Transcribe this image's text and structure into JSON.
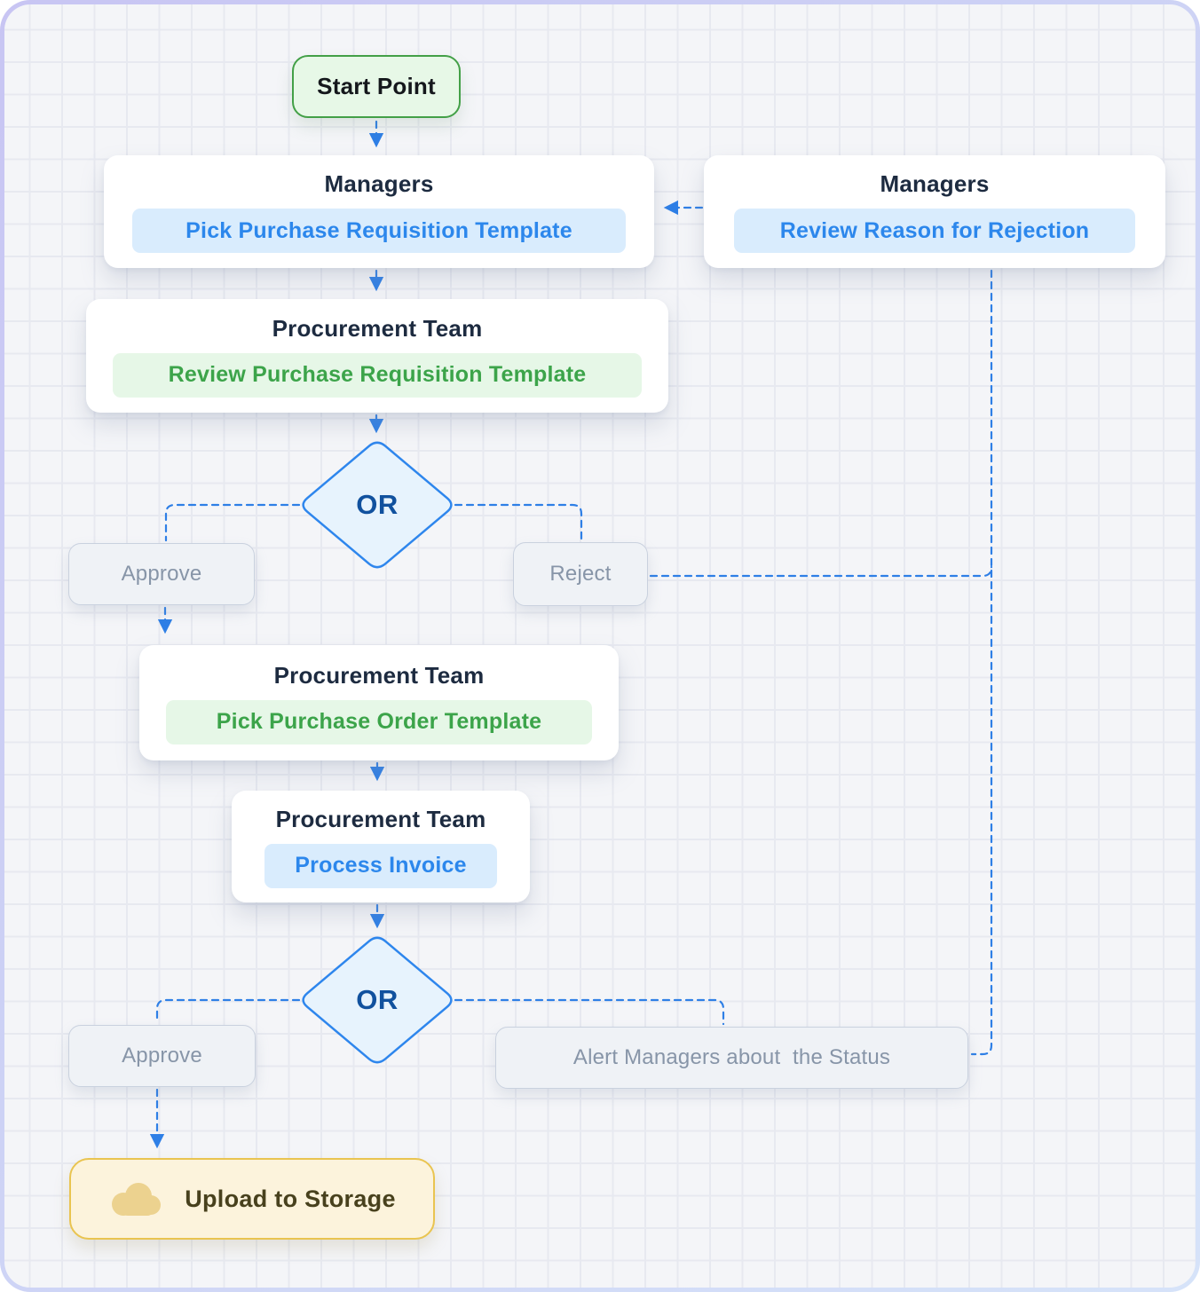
{
  "diagram": {
    "type": "flowchart",
    "background": "grid",
    "nodes": {
      "start": {
        "label": "Start Point"
      },
      "managers_pick": {
        "title": "Managers",
        "task": "Pick Purchase Requisition Template",
        "task_color": "blue"
      },
      "managers_review_rejection": {
        "title": "Managers",
        "task": "Review Reason for Rejection",
        "task_color": "blue"
      },
      "procurement_review": {
        "title": "Procurement Team",
        "task": "Review Purchase Requisition Template",
        "task_color": "green"
      },
      "decision_1": {
        "label": "OR"
      },
      "approve_1": {
        "label": "Approve"
      },
      "reject": {
        "label": "Reject"
      },
      "procurement_pick_order": {
        "title": "Procurement Team",
        "task": "Pick Purchase Order Template",
        "task_color": "green"
      },
      "procurement_invoice": {
        "title": "Procurement Team",
        "task": "Process Invoice",
        "task_color": "blue"
      },
      "decision_2": {
        "label": "OR"
      },
      "approve_2": {
        "label": "Approve"
      },
      "alert_managers": {
        "label": "Alert Managers about  the Status"
      },
      "upload_storage": {
        "label": "Upload to Storage",
        "icon": "cloud-icon"
      }
    },
    "edges": [
      "start -> managers_pick",
      "managers_review_rejection -> managers_pick",
      "managers_pick -> procurement_review",
      "procurement_review -> decision_1",
      "decision_1 -> approve_1",
      "decision_1 -> reject",
      "approve_1 -> procurement_pick_order",
      "reject -> managers_review_rejection",
      "procurement_pick_order -> procurement_invoice",
      "procurement_invoice -> decision_2",
      "decision_2 -> approve_2",
      "decision_2 -> alert_managers",
      "alert_managers -> managers_review_rejection",
      "approve_2 -> upload_storage"
    ],
    "colors": {
      "connector_blue": "#2e7fe6",
      "accent_blue": "#2c87ec",
      "pill_blue_bg": "#d9ecfd",
      "accent_green": "#3ca44a",
      "pill_green_bg": "#e6f7e7",
      "start_border_green": "#43a047",
      "start_bg": "#e7f8e7",
      "title_navy": "#1d2b40",
      "gray_button_bg": "#eff2f6",
      "gray_button_border": "#c9d1de",
      "gray_button_text": "#8795a8",
      "decision_fill": "#e7f3fd",
      "decision_border": "#2e86ed",
      "decision_text": "#11519e",
      "upload_bg": "#fcf3dc",
      "upload_border": "#e9c450",
      "upload_text": "#48411d",
      "cloud_gold": "#ecd28f",
      "canvas_bg": "#f4f5f8",
      "grid_line": "#e7e9f0",
      "frame_border_lavender": "#c8c5f3"
    }
  }
}
